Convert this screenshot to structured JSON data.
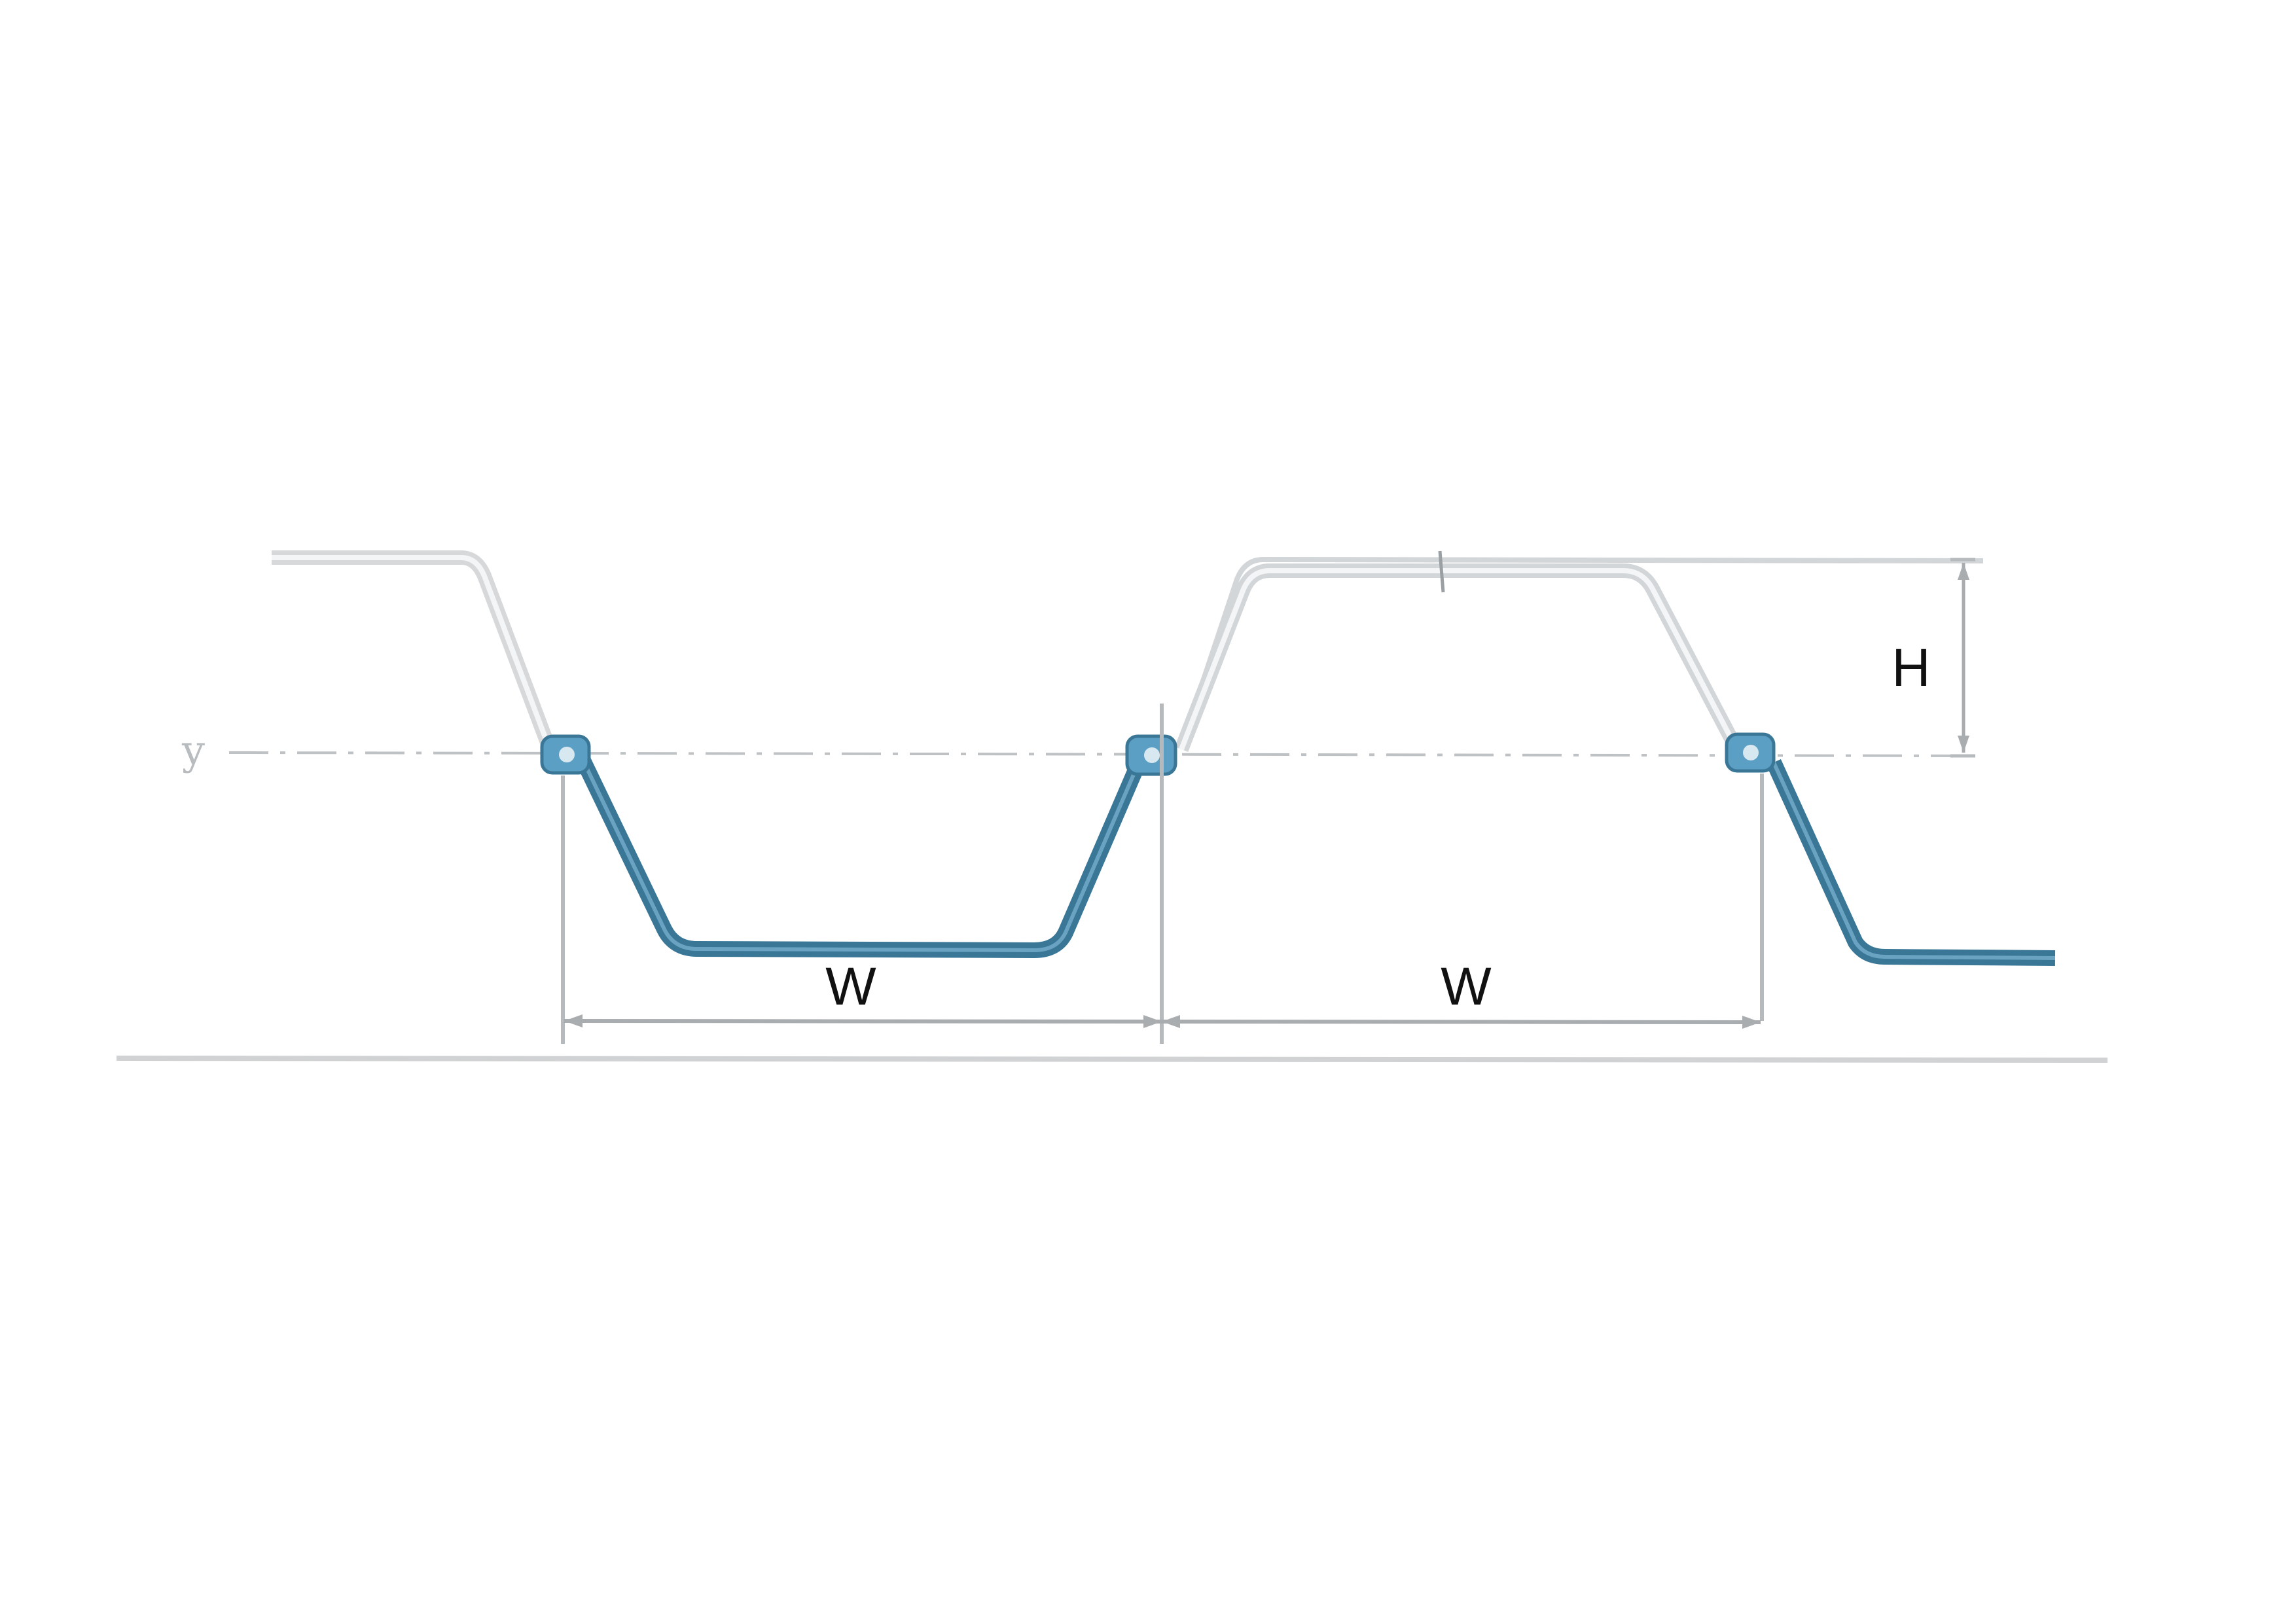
{
  "diagram": {
    "labels": {
      "axis": "y",
      "height": "H",
      "width_left": "W",
      "width_right": "W"
    },
    "colors": {
      "background": "#ffffff",
      "outline_pile": "#cfd2d4",
      "highlight_pile": "#3a7797",
      "interlock": "#5b9fc4",
      "dimension_line": "#a9adb0",
      "axis_line": "#bfc2c4",
      "ground_line": "#d0d2d4",
      "label": "#111111"
    }
  }
}
